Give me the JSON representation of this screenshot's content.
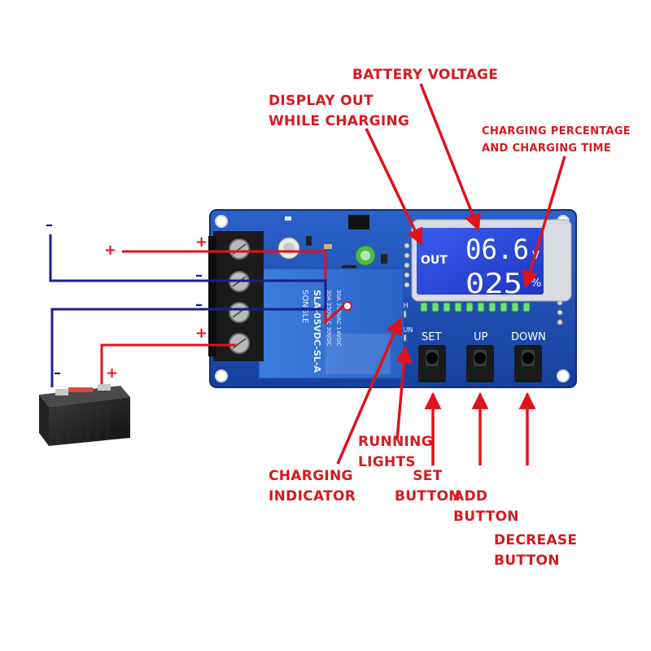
{
  "labels": {
    "battery_voltage": "BATTERY VOLTAGE",
    "display_out": "DISPLAY OUT\nWHILE CHARGING",
    "charging_pct": "CHARGING PERCENTAGE\nAND CHARGING TIME",
    "running_lights": "RUNNING\nLIGHTS",
    "charging_indicator": "CHARGING\nINDICATOR",
    "set_button": "SET\nBUTTON",
    "add_button": "ADD\nBUTTON",
    "decrease_button": "DECREASE\nBUTTON"
  },
  "signs": {
    "plus": "+",
    "minus": "–"
  },
  "board": {
    "lcd": {
      "mode": "OUT",
      "voltage": "06.6",
      "voltage_unit": "V",
      "percent": "025",
      "percent_unit": "%"
    },
    "buttons": {
      "set": "SET",
      "up": "UP",
      "down": "DOWN"
    },
    "relay_brand": "SONGLE",
    "relay_model": "SLA-05VDC-SL-A",
    "relay_rating_1": "30A 250VAC 30VDC",
    "relay_rating_2": "30A 240VAC 14VDC",
    "silk_run": "RUN",
    "silk_ch": "CH"
  },
  "colors": {
    "label_red": "#d71920",
    "wire_red": "#e0121b",
    "wire_blue": "#1a1f8a",
    "pcb_blue": "#1f4fb4",
    "lcd_blue": "#2b46d8"
  }
}
